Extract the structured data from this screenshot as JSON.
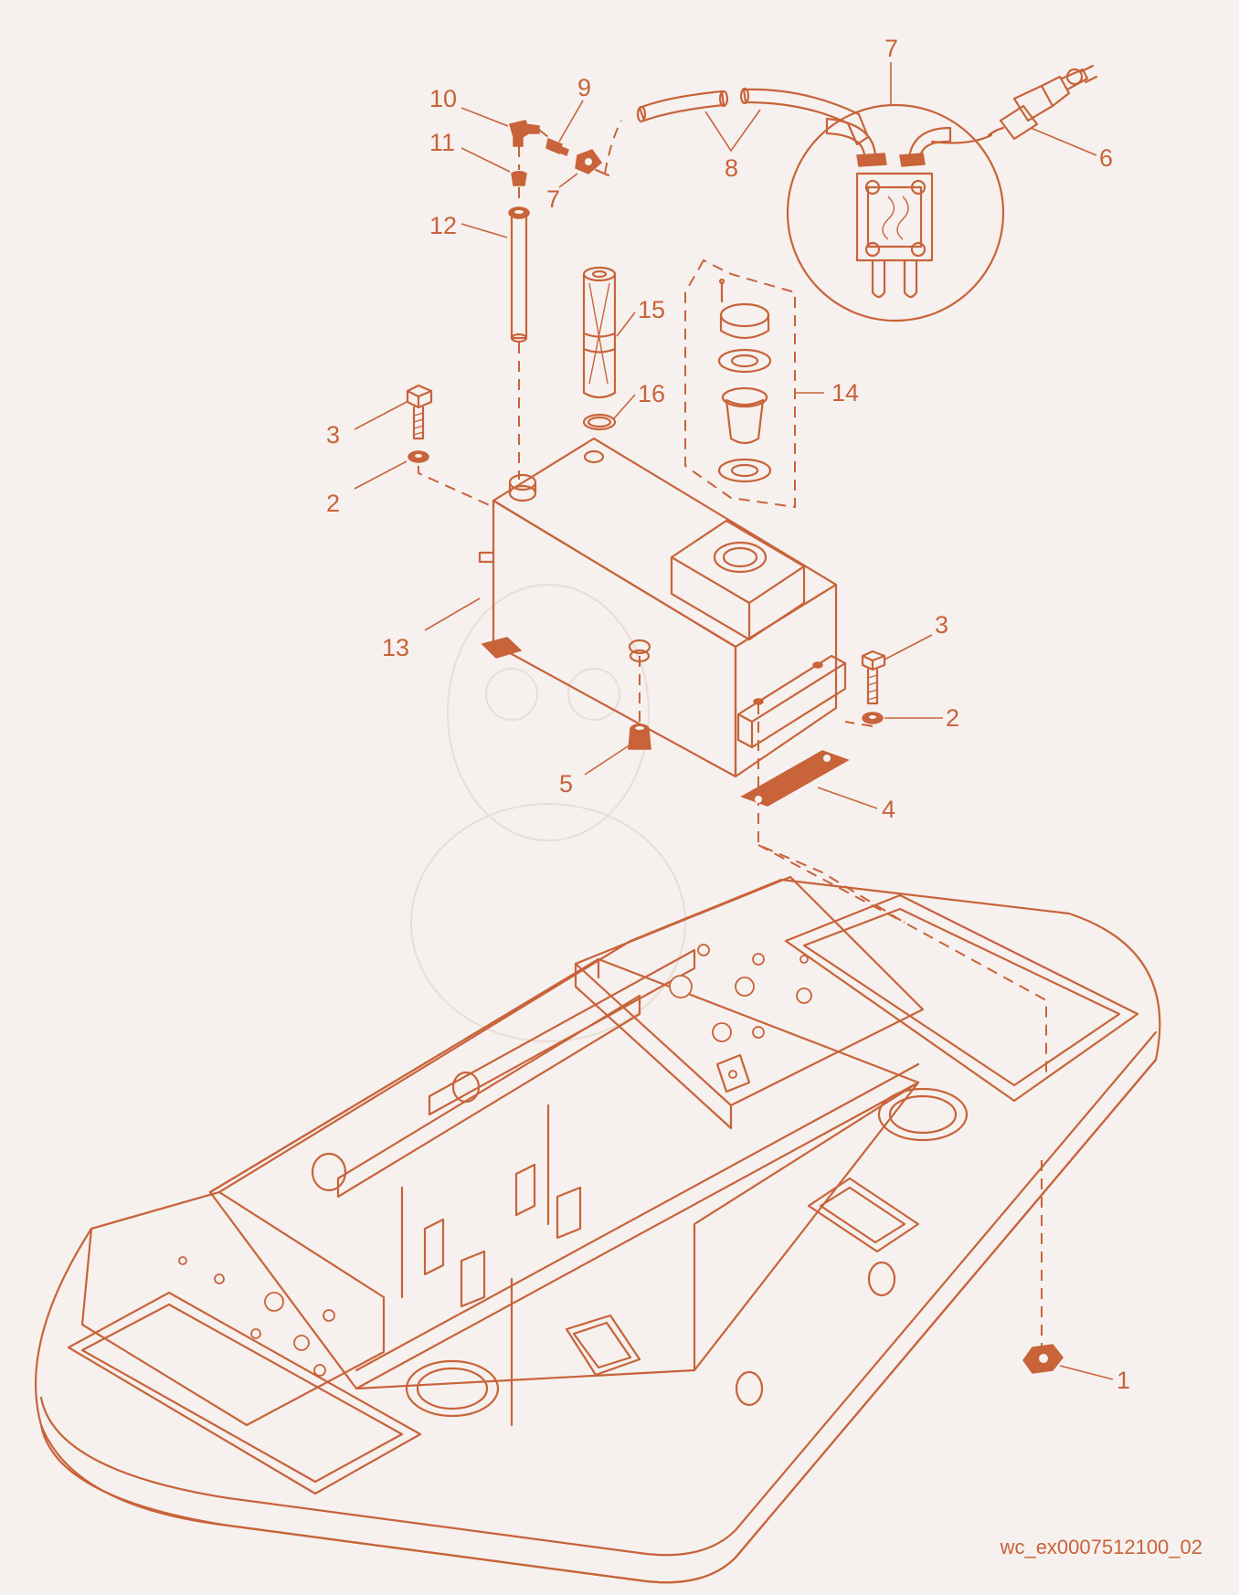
{
  "callouts": {
    "c1": "1",
    "c2a": "2",
    "c2b": "2",
    "c3a": "3",
    "c3b": "3",
    "c4": "4",
    "c5": "5",
    "c6": "6",
    "c7a": "7",
    "c7b": "7",
    "c8": "8",
    "c9": "9",
    "c10": "10",
    "c11": "11",
    "c12": "12",
    "c13": "13",
    "c14": "14",
    "c15": "15",
    "c16": "16"
  },
  "document_id": "wc_ex0007512100_02",
  "colors": {
    "line": "#c8633a",
    "background": "#f6f1ee"
  }
}
